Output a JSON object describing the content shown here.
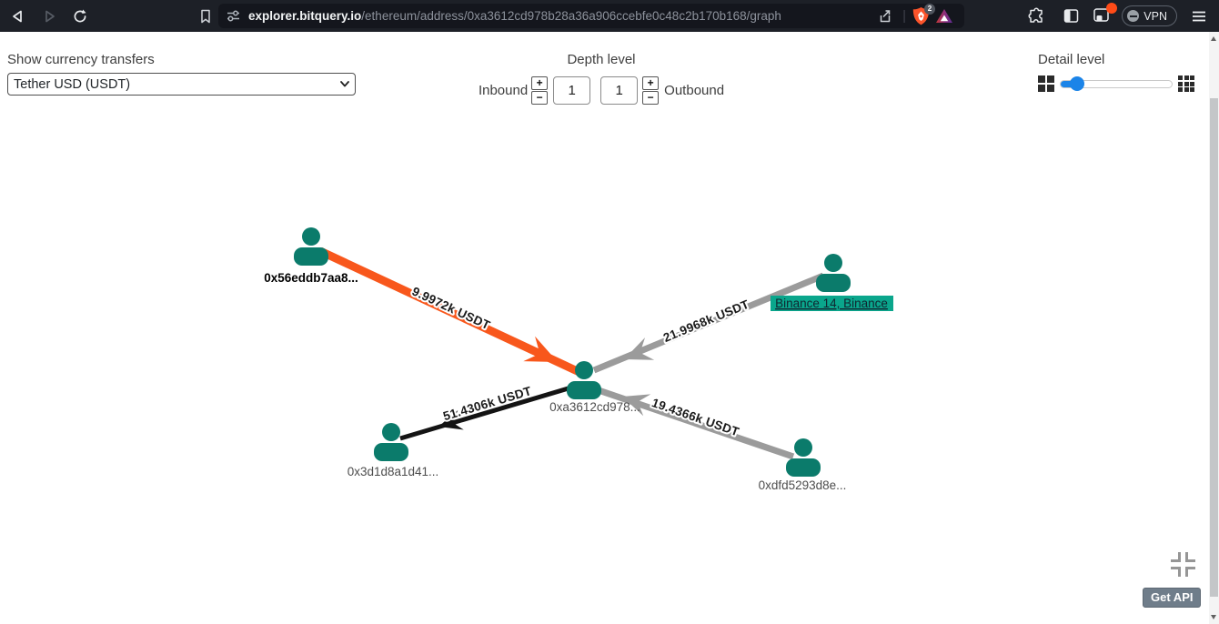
{
  "browser": {
    "url": {
      "domain": "explorer.bitquery.io",
      "path": "/ethereum/address/0xa3612cd978b28a36a906ccebfe0c48c2b170b168/graph"
    },
    "shield_badge": "2",
    "vpn_label": "VPN"
  },
  "controls": {
    "currency": {
      "label": "Show currency transfers",
      "selected": "Tether USD (USDT)"
    },
    "depth": {
      "title": "Depth level",
      "inbound_label": "Inbound",
      "outbound_label": "Outbound",
      "inbound_value": "1",
      "outbound_value": "1",
      "increment": "+",
      "decrement": "−"
    },
    "detail": {
      "title": "Detail level"
    }
  },
  "graph": {
    "nodes": [
      {
        "label": "0x56eddb7aa8..."
      },
      {
        "label": "Binance 14, Binance"
      },
      {
        "label": "0xa3612cd978..."
      },
      {
        "label": "0x3d1d8a1d41..."
      },
      {
        "label": "0xdfd5293d8e..."
      }
    ],
    "edges": [
      {
        "label": "9.9972k USDT",
        "from": "0x56eddb7aa8...",
        "to": "0xa3612cd978...",
        "direction": "inbound",
        "color": "#f8571c"
      },
      {
        "label": "21.9968k USDT",
        "from": "Binance 14, Binance",
        "to": "0xa3612cd978...",
        "direction": "inbound",
        "color": "#9b9b9b"
      },
      {
        "label": "51.4306k USDT",
        "from": "0xa3612cd978...",
        "to": "0x3d1d8a1d41...",
        "direction": "outbound",
        "color": "#141414"
      },
      {
        "label": "19.4366k USDT",
        "from": "0xdfd5293d8e...",
        "to": "0xa3612cd978...",
        "direction": "inbound",
        "color": "#9b9b9b"
      }
    ]
  },
  "footer": {
    "get_api": "Get API"
  },
  "colors": {
    "node": "#0b7b6b",
    "annotation_bg": "#0aa68c",
    "accent_blue": "#1b84e8",
    "orange_edge": "#f8571c",
    "gray_edge": "#9b9b9b"
  }
}
